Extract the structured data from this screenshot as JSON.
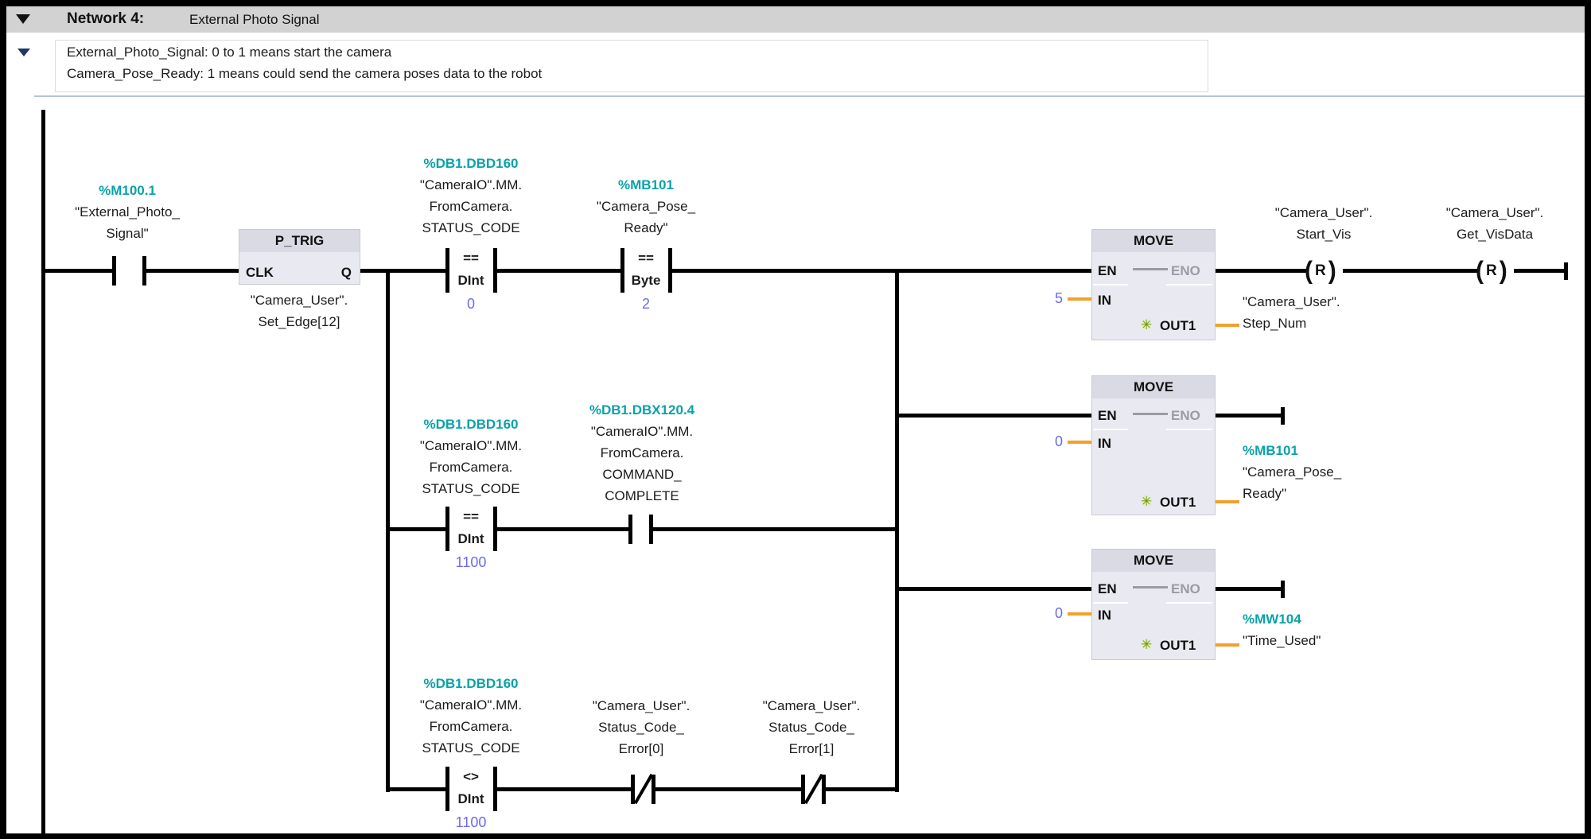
{
  "network": {
    "title": "Network 4:",
    "subtitle": "External Photo Signal",
    "comment_lines": [
      "External_Photo_Signal: 0 to 1 means start the camera",
      "Camera_Pose_Ready: 1 means could send the camera poses data to the robot"
    ]
  },
  "colors": {
    "address_teal": "#0aa2aa",
    "constant_blue": "#6b6bee",
    "wire_orange": "#f0a12d",
    "box_fill": "#e9e9f1",
    "box_header": "#dadae4",
    "eno_gray": "#9b9ba4"
  },
  "elements": {
    "contact_photo": {
      "address": "%M100.1",
      "tag": [
        "\"External_Photo_",
        "Signal\""
      ]
    },
    "ptrig": {
      "title": "P_TRIG",
      "clk": "CLK",
      "q": "Q",
      "tag": [
        "\"Camera_User\".",
        "Set_Edge[12]"
      ]
    },
    "cmp_eq0": {
      "address": "%DB1.DBD160",
      "tag": [
        "\"CameraIO\".MM.",
        "FromCamera.",
        "STATUS_CODE"
      ],
      "op": "==",
      "dtype": "DInt",
      "value": "0"
    },
    "cmp_eq2": {
      "address": "%MB101",
      "tag": [
        "\"Camera_Pose_",
        "Ready\""
      ],
      "op": "==",
      "dtype": "Byte",
      "value": "2"
    },
    "cmp_eq1100": {
      "address": "%DB1.DBD160",
      "tag": [
        "\"CameraIO\".MM.",
        "FromCamera.",
        "STATUS_CODE"
      ],
      "op": "==",
      "dtype": "DInt",
      "value": "1100"
    },
    "contact_cmd": {
      "address": "%DB1.DBX120.4",
      "tag": [
        "\"CameraIO\".MM.",
        "FromCamera.",
        "COMMAND_",
        "COMPLETE"
      ]
    },
    "cmp_ne1100": {
      "address": "%DB1.DBD160",
      "tag": [
        "\"CameraIO\".MM.",
        "FromCamera.",
        "STATUS_CODE"
      ],
      "op": "<>",
      "dtype": "DInt",
      "value": "1100"
    },
    "nc_error0": {
      "tag": [
        "\"Camera_User\".",
        "Status_Code_",
        "Error[0]"
      ]
    },
    "nc_error1": {
      "tag": [
        "\"Camera_User\".",
        "Status_Code_",
        "Error[1]"
      ]
    },
    "move1": {
      "title": "MOVE",
      "en": "EN",
      "eno": "ENO",
      "in": "IN",
      "out": "OUT1",
      "in_value": "5",
      "out_tag": [
        "\"Camera_User\".",
        "Step_Num"
      ]
    },
    "move2": {
      "title": "MOVE",
      "en": "EN",
      "eno": "ENO",
      "in": "IN",
      "out": "OUT1",
      "in_value": "0",
      "out_address": "%MB101",
      "out_tag": [
        "\"Camera_Pose_",
        "Ready\""
      ]
    },
    "move3": {
      "title": "MOVE",
      "en": "EN",
      "eno": "ENO",
      "in": "IN",
      "out": "OUT1",
      "in_value": "0",
      "out_address": "%MW104",
      "out_tag": [
        "\"Time_Used\""
      ]
    },
    "coil_start_vis": {
      "symbol": "R",
      "tag": [
        "\"Camera_User\".",
        "Start_Vis"
      ]
    },
    "coil_get_visdata": {
      "symbol": "R",
      "tag": [
        "\"Camera_User\".",
        "Get_VisData"
      ]
    }
  }
}
